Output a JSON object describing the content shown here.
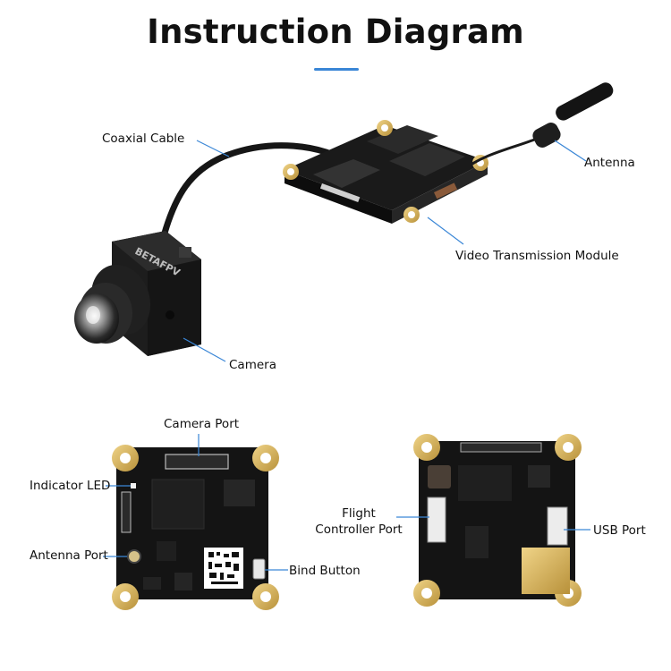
{
  "title": "Instruction Diagram",
  "colors": {
    "accent": "#3a86d6",
    "pcb": "#141414",
    "gold": "#d9b45a",
    "cable": "#1a1a1a"
  },
  "brand_text": "BETAFPV",
  "labels": {
    "coaxial_cable": "Coaxial Cable",
    "antenna": "Antenna",
    "video_transmission_module": "Video Transmission Module",
    "camera": "Camera",
    "camera_port": "Camera Port",
    "indicator_led": "Indicator LED",
    "antenna_port": "Antenna Port",
    "bind_button": "Bind Button",
    "flight_controller_port_line1": "Flight",
    "flight_controller_port_line2": "Controller Port",
    "usb_port": "USB Port"
  }
}
